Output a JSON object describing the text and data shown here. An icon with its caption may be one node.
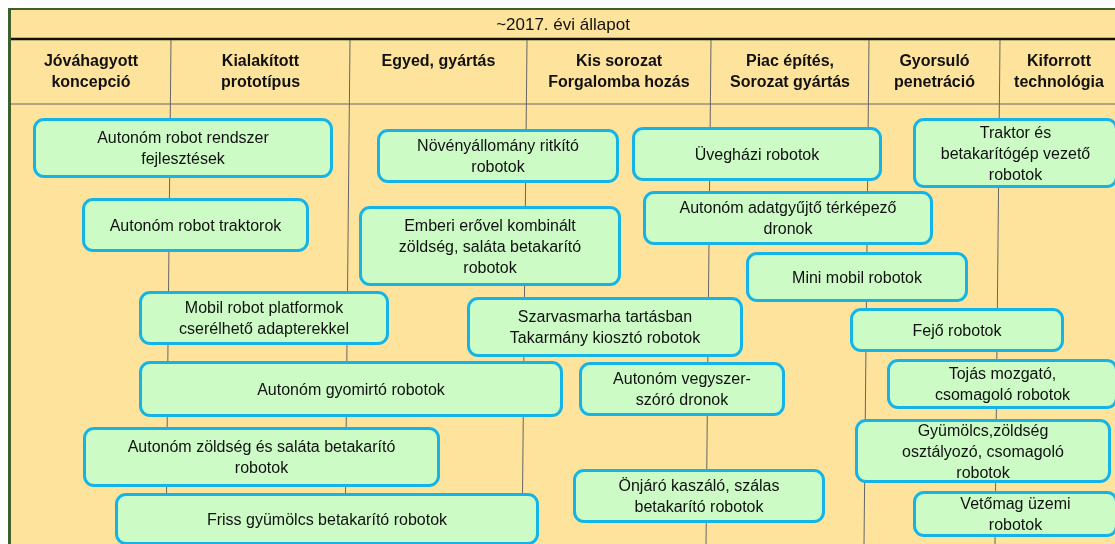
{
  "diagram": {
    "title": "~2017. évi állapot",
    "nodes": [
      {
        "text": [
          "Autonóm robot rendszer fejlesztések"
        ]
      },
      {
        "text": [
          "Növényállomány ritkító robotok"
        ]
      },
      {
        "text": [
          "Üvegházi robotok"
        ]
      },
      {
        "text": [
          "Traktor és betakarítógép vezető robotok"
        ]
      },
      {
        "text": [
          "Autonóm robot traktorok"
        ]
      },
      {
        "text": [
          "Emberi erővel kombinált zöldség, saláta betakarító robotok"
        ]
      },
      {
        "text": [
          "Autonóm adatgyűjtő térképező dronok"
        ]
      },
      {
        "text": [
          "Mini mobil robotok"
        ]
      },
      {
        "text": [
          "Mobil robot platformok cserélhető adapterekkel"
        ]
      },
      {
        "text": [
          "Szarvasmarha tartásban Takarmány kiosztó robotok"
        ]
      },
      {
        "text": [
          "Fejő robotok"
        ]
      },
      {
        "text": [
          "Autonóm gyomirtó robotok"
        ]
      },
      {
        "text": [
          "Autonóm vegyszer-szóró dronok"
        ]
      },
      {
        "text": [
          "Tojás mozgató, csomagoló robotok"
        ]
      },
      {
        "text": [
          "Autonóm zöldség és saláta betakarító robotok"
        ]
      },
      {
        "text": [
          "Gyümölcs,zöldség osztályozó, csomagoló robotok"
        ]
      },
      {
        "text": [
          "Önjáró kaszáló, szálas betakarító robotok"
        ]
      },
      {
        "text": [
          "Friss gyümölcs betakarító robotok"
        ]
      },
      {
        "text": [
          "Vetőmag üzemi robotok"
        ]
      }
    ],
    "edges": [],
    "labels": [
      "Jóváhagyott koncepció",
      "Kialakított prototípus",
      "Egyed, gyártás",
      "Kis sorozat Forgalomba hozás",
      "Piac építés, Sorozat gyártás",
      "Gyorsuló penetráció",
      "Kiforrott technológia"
    ]
  }
}
